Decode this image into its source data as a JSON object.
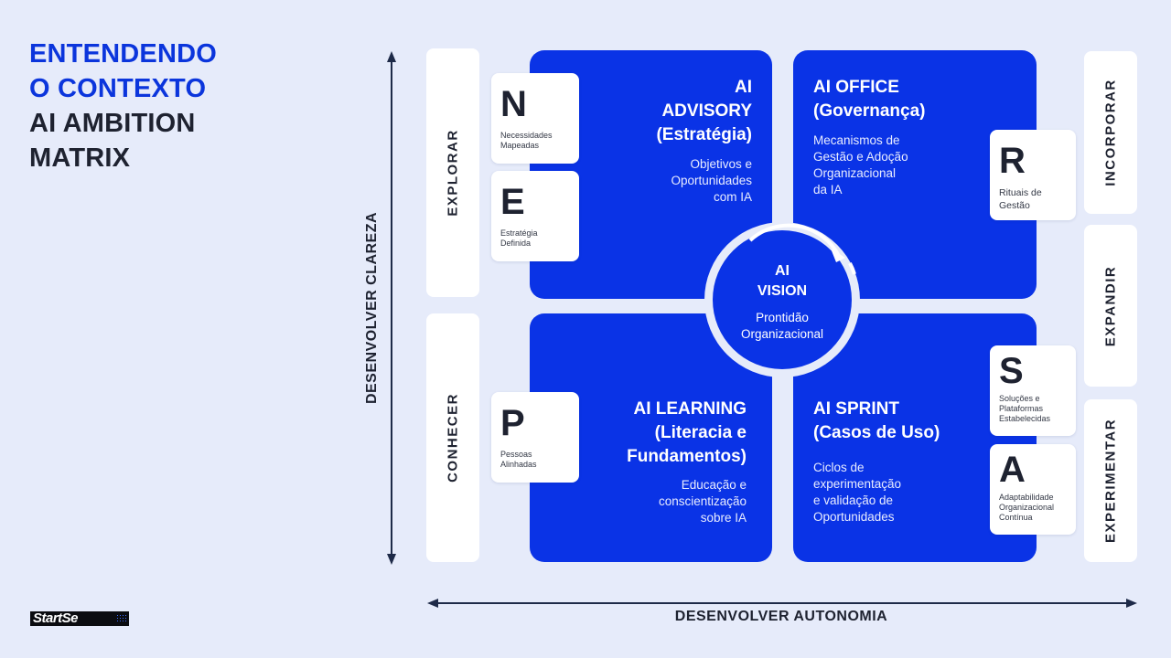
{
  "title": {
    "line1": "ENTENDENDO",
    "line2": "O CONTEXTO",
    "line3": "AI AMBITION",
    "line4": "MATRIX"
  },
  "axes": {
    "vertical": "DESENVOLVER CLAREZA",
    "horizontal": "DESENVOLVER AUTONOMIA"
  },
  "left_labels": {
    "top": "EXPLORAR",
    "bottom": "CONHECER"
  },
  "right_labels": {
    "top": "INCORPORAR",
    "middle": "EXPANDIR",
    "bottom": "EXPERIMENTAR"
  },
  "quadrants": {
    "advisory": {
      "title": [
        "AI",
        "ADVISORY",
        "(Estratégia)"
      ],
      "desc": [
        "Objetivos e",
        "Oportunidades",
        "com IA"
      ]
    },
    "office": {
      "title": [
        "AI OFFICE",
        "(Governança)"
      ],
      "desc": [
        "Mecanismos de",
        "Gestão e Adoção",
        "Organizacional",
        "da IA"
      ]
    },
    "learning": {
      "title": [
        "AI LEARNING",
        "(Literacia e",
        "Fundamentos)"
      ],
      "desc": [
        "Educação e",
        "conscientização",
        "sobre IA"
      ]
    },
    "sprint": {
      "title": [
        "AI SPRINT",
        "(Casos de Uso)"
      ],
      "desc": [
        "Ciclos de",
        "experimentação",
        "e validação de",
        "Oportunidades"
      ]
    }
  },
  "vision": {
    "title": [
      "AI",
      "VISION"
    ],
    "subtitle": [
      "Prontidão",
      "Organizacional"
    ]
  },
  "cards": {
    "n": {
      "letter": "N",
      "label": [
        "Necessidades",
        "Mapeadas"
      ]
    },
    "e": {
      "letter": "E",
      "label": [
        "Estratégia",
        "Definida"
      ]
    },
    "p": {
      "letter": "P",
      "label": [
        "Pessoas",
        "Alinhadas"
      ]
    },
    "r": {
      "letter": "R",
      "label": [
        "Rituais de",
        "Gestão"
      ]
    },
    "s": {
      "letter": "S",
      "label": [
        "Soluções e",
        "Plataformas",
        "Estabelecidas"
      ]
    },
    "a": {
      "letter": "A",
      "label": [
        "Adaptabilidade",
        "Organizacional",
        "Contínua"
      ]
    }
  },
  "logo": {
    "text": "StartSe"
  },
  "colors": {
    "background": "#e6ebfa",
    "quadrant_blue": "#0a33e6",
    "title_blue": "#0b35dc",
    "dark_text": "#1e2230"
  }
}
